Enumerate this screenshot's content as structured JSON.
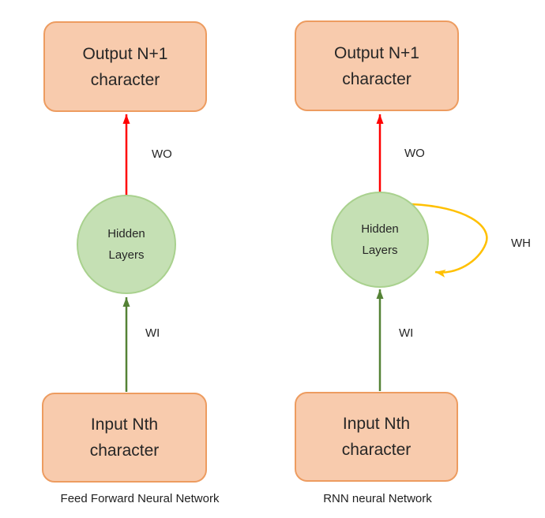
{
  "colors": {
    "box_fill": "#F8CBAD",
    "box_border": "#ED9C60",
    "node_fill": "#C5E0B4",
    "node_border": "#A9D18E",
    "output_arrow": "#FF0000",
    "input_arrow": "#548235",
    "recurrent_arrow": "#FFC000"
  },
  "panels": [
    {
      "name": "feed-forward",
      "output_box": {
        "line1": "Output N+1",
        "line2": "character"
      },
      "hidden_node": {
        "line1": "Hidden",
        "line2": "Layers"
      },
      "input_box": {
        "line1": "Input Nth",
        "line2": "character"
      },
      "output_weight_label": "WO",
      "input_weight_label": "WI",
      "caption": "Feed Forward Neural Network"
    },
    {
      "name": "rnn",
      "output_box": {
        "line1": "Output N+1",
        "line2": "character"
      },
      "hidden_node": {
        "line1": "Hidden",
        "line2": "Layers"
      },
      "input_box": {
        "line1": "Input Nth",
        "line2": "character"
      },
      "output_weight_label": "WO",
      "input_weight_label": "WI",
      "recurrent_weight_label": "WH",
      "caption": "RNN neural Network"
    }
  ]
}
